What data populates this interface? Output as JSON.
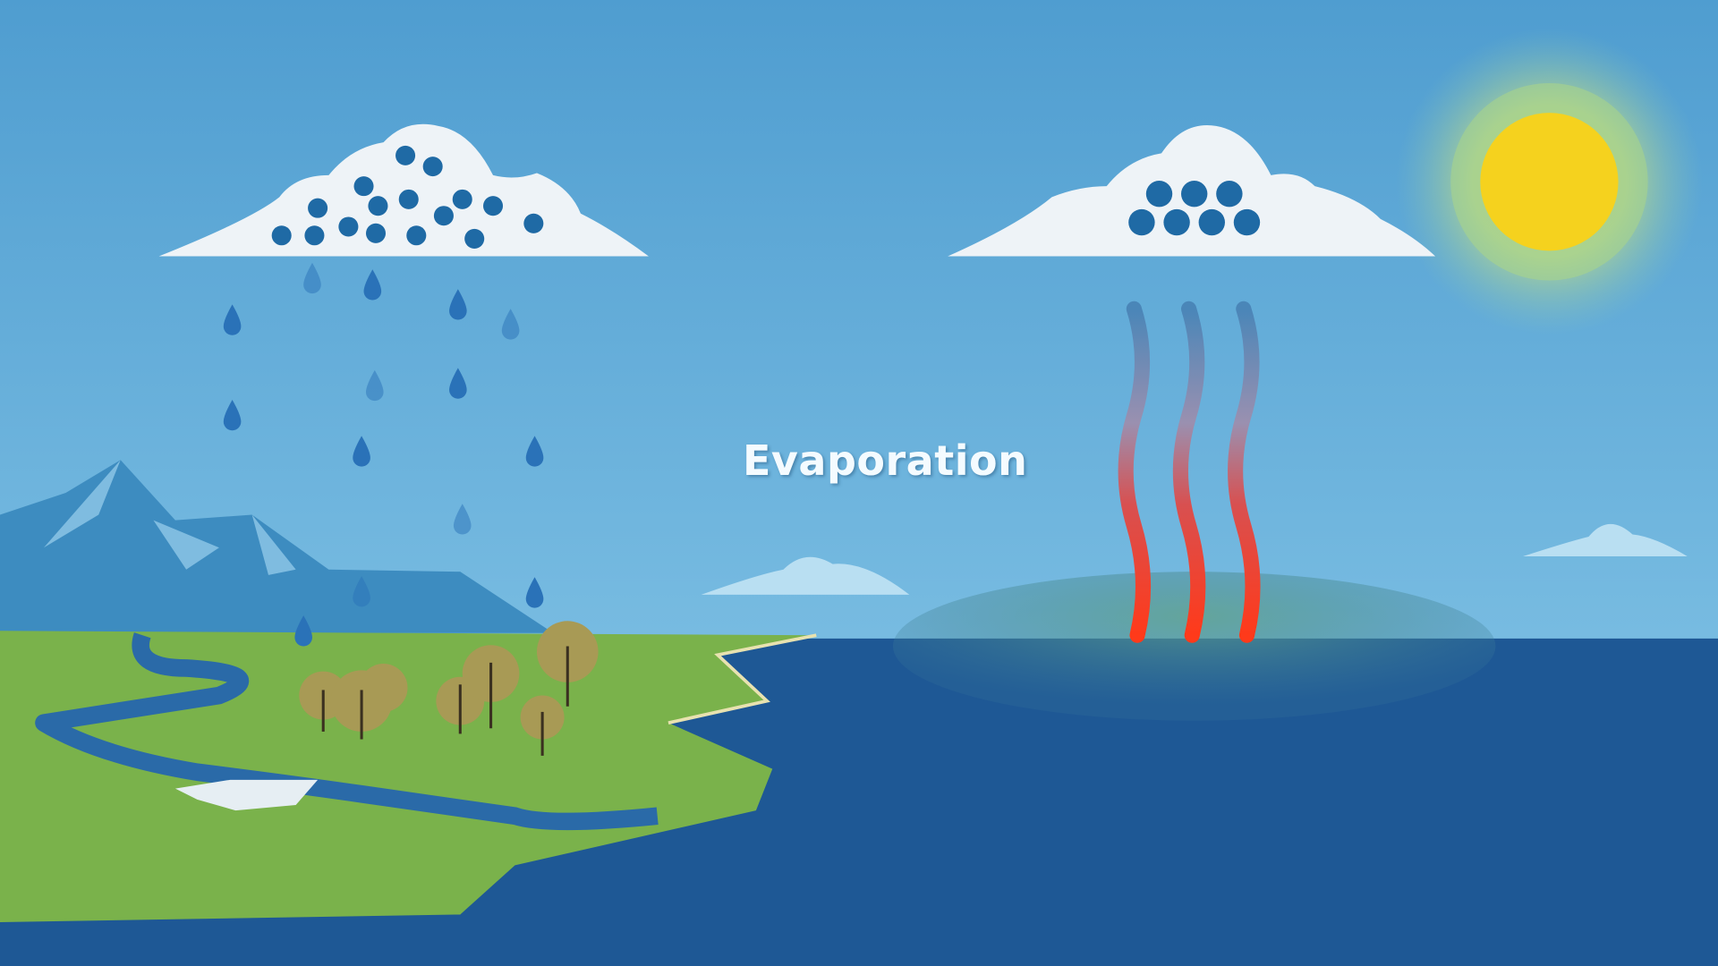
{
  "label": "Evaporation",
  "colors": {
    "sky_top": "#4f9dd0",
    "sky_bottom": "#8ccbea",
    "ocean": "#1e5895",
    "land": "#7ab24b",
    "sun": "#f5d21e",
    "cloud": "#eef3f7",
    "water_dot": "#1f6aa5",
    "vapor_bottom": "#ff3a1a",
    "vapor_top": "#4a86b8"
  },
  "icons": [
    "rain-cloud",
    "vapor-cloud",
    "sun",
    "raindrop",
    "heat-vapor-lines",
    "trees",
    "mountains",
    "river"
  ]
}
